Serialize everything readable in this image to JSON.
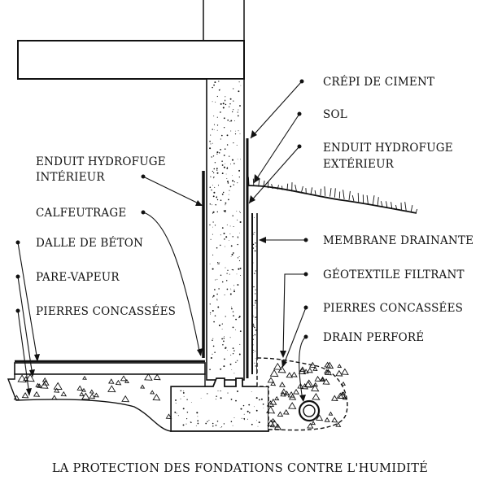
{
  "diagram": {
    "title": "LA PROTECTION DES FONDATIONS CONTRE L'HUMIDITÉ",
    "labels_right": [
      {
        "id": "crepi",
        "text": "CRÉPI DE CIMENT"
      },
      {
        "id": "sol",
        "text": "SOL"
      },
      {
        "id": "enduit_ext_1",
        "text": "ENDUIT HYDROFUGE"
      },
      {
        "id": "enduit_ext_2",
        "text": "EXTÉRIEUR"
      },
      {
        "id": "membrane",
        "text": "MEMBRANE DRAINANTE"
      },
      {
        "id": "geotextile",
        "text": "GÉOTEXTILE FILTRANT"
      },
      {
        "id": "pierres_ext",
        "text": "PIERRES CONCASSÉES"
      },
      {
        "id": "drain",
        "text": "DRAIN PERFORÉ"
      }
    ],
    "labels_left": [
      {
        "id": "enduit_int_1",
        "text": "ENDUIT HYDROFUGE"
      },
      {
        "id": "enduit_int_2",
        "text": "INTÉRIEUR"
      },
      {
        "id": "calfeutrage",
        "text": "CALFEUTRAGE"
      },
      {
        "id": "dalle",
        "text": "DALLE DE BÉTON"
      },
      {
        "id": "pare_vapeur",
        "text": "PARE-VAPEUR"
      },
      {
        "id": "pierres_int",
        "text": "PIERRES CONCASSÉES"
      }
    ],
    "colors": {
      "ink": "#111111",
      "background": "#ffffff"
    }
  }
}
